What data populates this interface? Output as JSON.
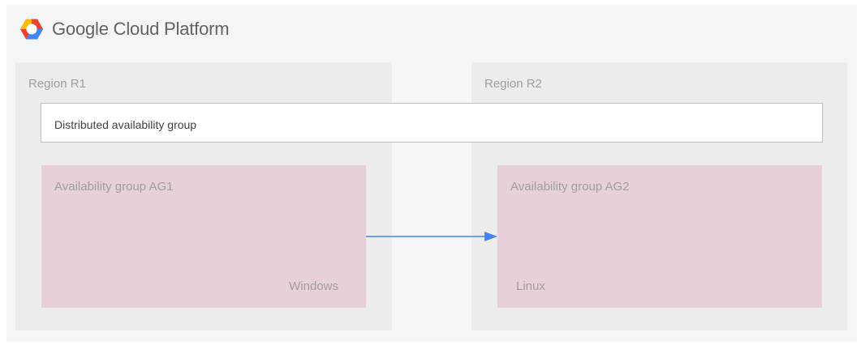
{
  "header": {
    "logo_icon": "google-cloud-hexagon-icon",
    "brand": "Google Cloud Platform"
  },
  "regions": [
    {
      "label": "Region R1"
    },
    {
      "label": "Region R2"
    }
  ],
  "distributed_group": {
    "label": "Distributed availability group"
  },
  "availability_groups": [
    {
      "label": "Availability group AG1",
      "os": "Windows"
    },
    {
      "label": "Availability group AG2",
      "os": "Linux"
    }
  ],
  "connector": {
    "from": "Availability group AG1",
    "to": "Availability group AG2",
    "color": "#4285f4"
  },
  "colors": {
    "region_fill": "#ececec",
    "ag_fill": "#e8d0da",
    "logo_yellow": "#fbbc05",
    "logo_red": "#ea4335",
    "logo_blue": "#4285f4"
  }
}
